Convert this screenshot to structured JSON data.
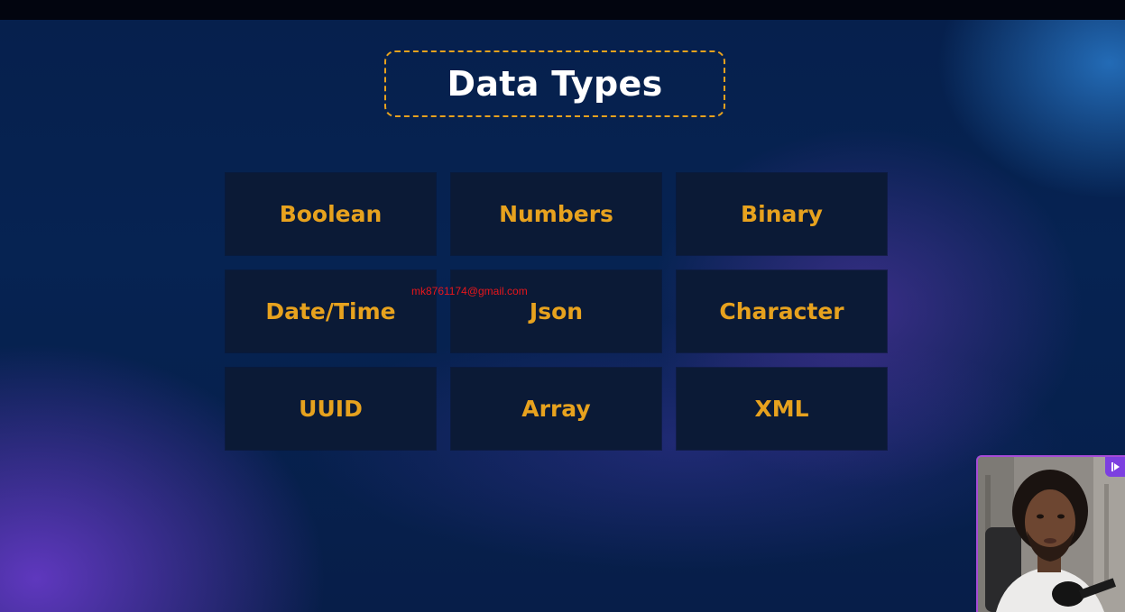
{
  "slide": {
    "title": "Data Types",
    "types": [
      {
        "label": "Boolean"
      },
      {
        "label": "Numbers"
      },
      {
        "label": "Binary"
      },
      {
        "label": "Date/Time"
      },
      {
        "label": "Json"
      },
      {
        "label": "Character"
      },
      {
        "label": "UUID"
      },
      {
        "label": "Array"
      },
      {
        "label": "XML"
      }
    ]
  },
  "watermark": {
    "text": "mk8761174@gmail.com"
  },
  "colors": {
    "accent": "#e7a21e",
    "background": "#062352",
    "cell": "#0b1a36",
    "watermark": "#e8161b",
    "webcam_border": "#a64bd8"
  },
  "icons": {
    "webcam_badge": "play-forward-icon"
  }
}
